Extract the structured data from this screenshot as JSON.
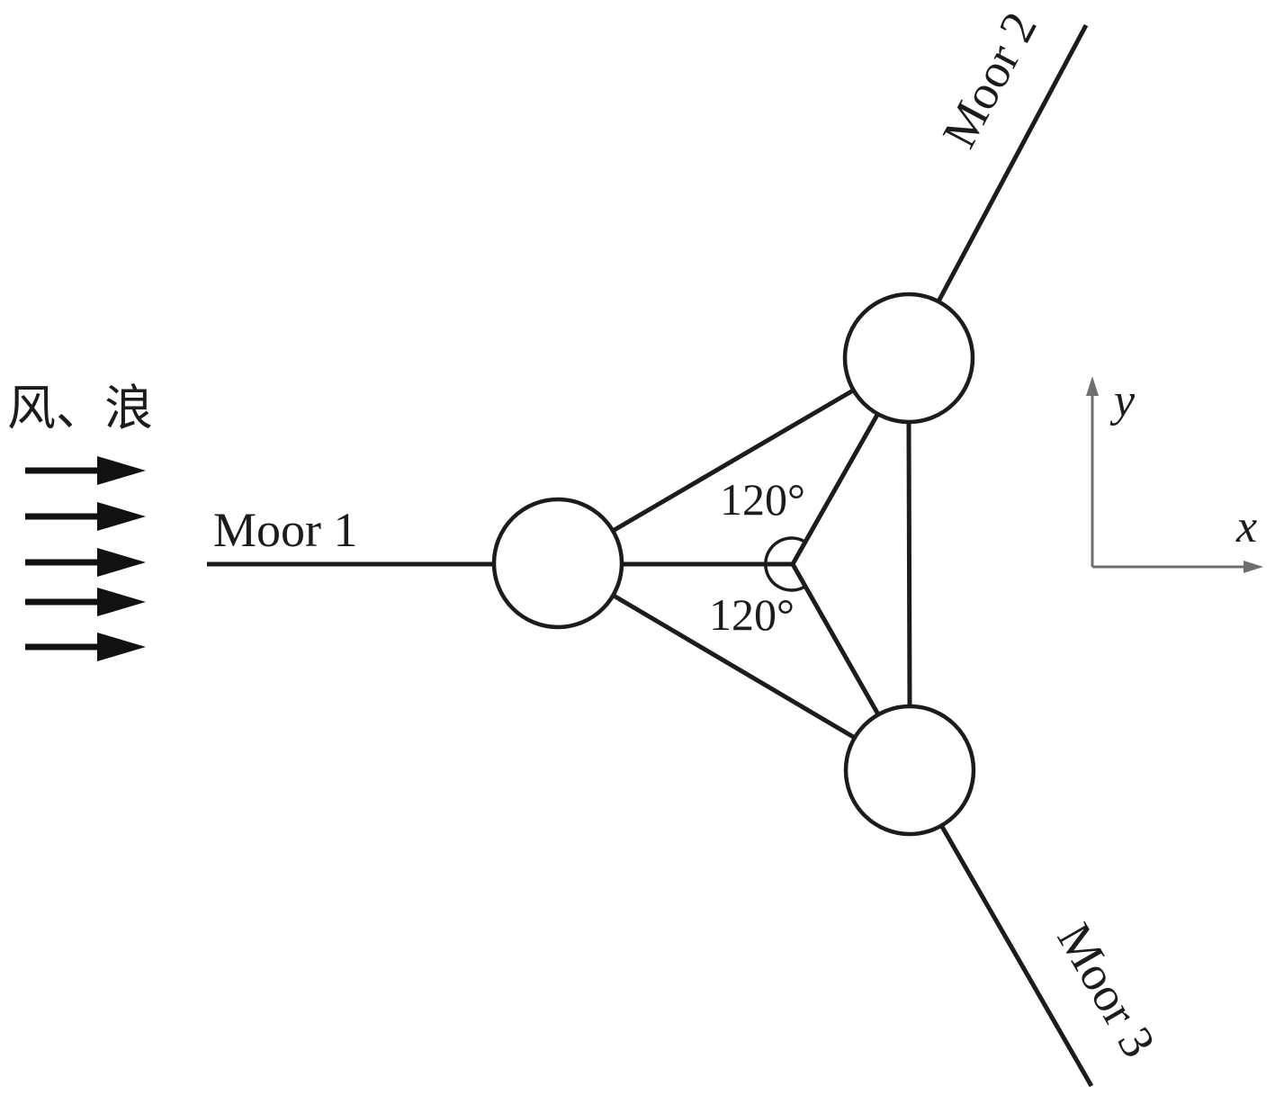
{
  "figure": {
    "background": "#ffffff",
    "stroke_color": "#1c1c1c",
    "axis_color": "#6f6f6f",
    "labels": {
      "wind_wave": "风、浪",
      "moor1": "Moor 1",
      "moor2": "Moor 2",
      "moor3": "Moor 3",
      "angle_top": "120°",
      "angle_bottom": "120°",
      "axis_x": "x",
      "axis_y": "y"
    }
  }
}
